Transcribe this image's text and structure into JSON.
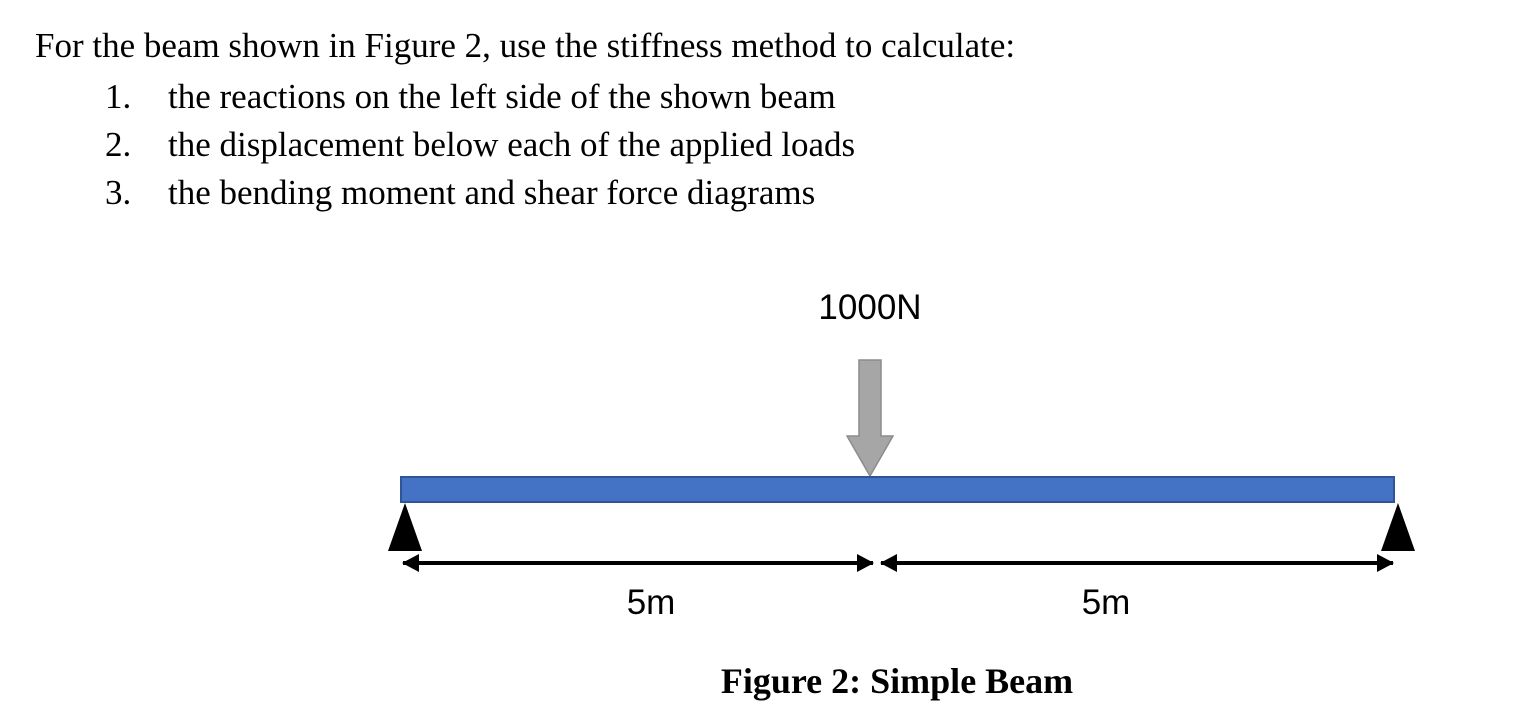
{
  "colors": {
    "beam_fill": "#4472C4",
    "beam_border": "#2F5497",
    "arrow_fill": "#A6A6A6",
    "arrow_border": "#8C8C8C",
    "support_color": "#000000",
    "dim_color": "#000000"
  },
  "problem": {
    "intro": "For the beam shown in Figure 2, use the stiffness method to calculate:",
    "items": [
      {
        "number": "1.",
        "text": "the reactions on the left side of the shown beam"
      },
      {
        "number": "2.",
        "text": "the displacement below each of the applied loads"
      },
      {
        "number": "3.",
        "text": "the bending moment and shear force diagrams"
      }
    ]
  },
  "figure": {
    "load_label": "1000N",
    "span_left_label": "5m",
    "span_right_label": "5m",
    "caption": "Figure 2: Simple Beam"
  }
}
